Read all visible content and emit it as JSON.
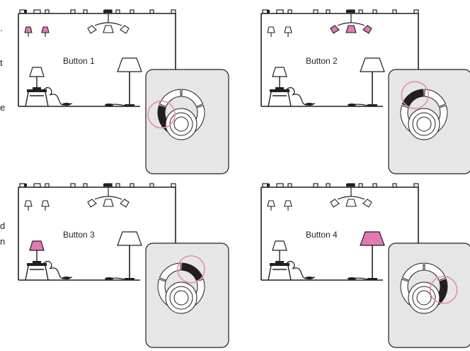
{
  "colors": {
    "accent": "#e27ab1",
    "circle": "#e68ab8",
    "ink": "#231f20",
    "remote_bg": "#e6e6e7"
  },
  "side_text_fragments": [
    ".",
    "t",
    "e",
    "d",
    "n"
  ],
  "panels": [
    {
      "label": "Button 1",
      "lit": "wall-lamps",
      "active_segment": "left"
    },
    {
      "label": "Button 2",
      "lit": "chandelier",
      "active_segment": "top-left"
    },
    {
      "label": "Button 3",
      "lit": "table-lamp",
      "active_segment": "top-right"
    },
    {
      "label": "Button 4",
      "lit": "floor-lamp",
      "active_segment": "right"
    }
  ]
}
